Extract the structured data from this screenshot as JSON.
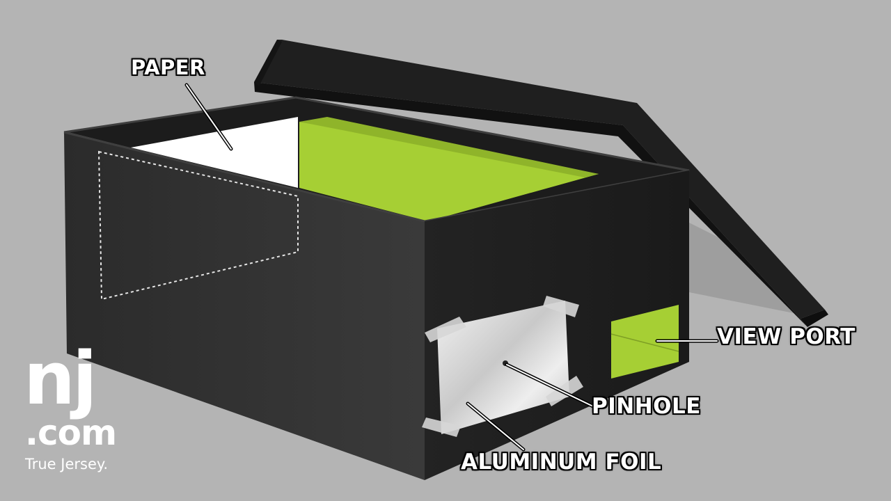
{
  "callouts": {
    "paper": "PAPER",
    "view_port": "VIEW PORT",
    "pinhole": "PINHOLE",
    "aluminum_foil": "ALUMINUM FOIL"
  },
  "logo": {
    "mark": "nj",
    "domain": ".com",
    "tagline": "True Jersey."
  },
  "colors": {
    "background": "#b4b4b4",
    "box_black": "#2e2e2e",
    "box_interior_green": "#a6cf34",
    "paper_white": "#ffffff",
    "foil_silver": "#d9d9d9",
    "callout_text": "#ffffff"
  }
}
